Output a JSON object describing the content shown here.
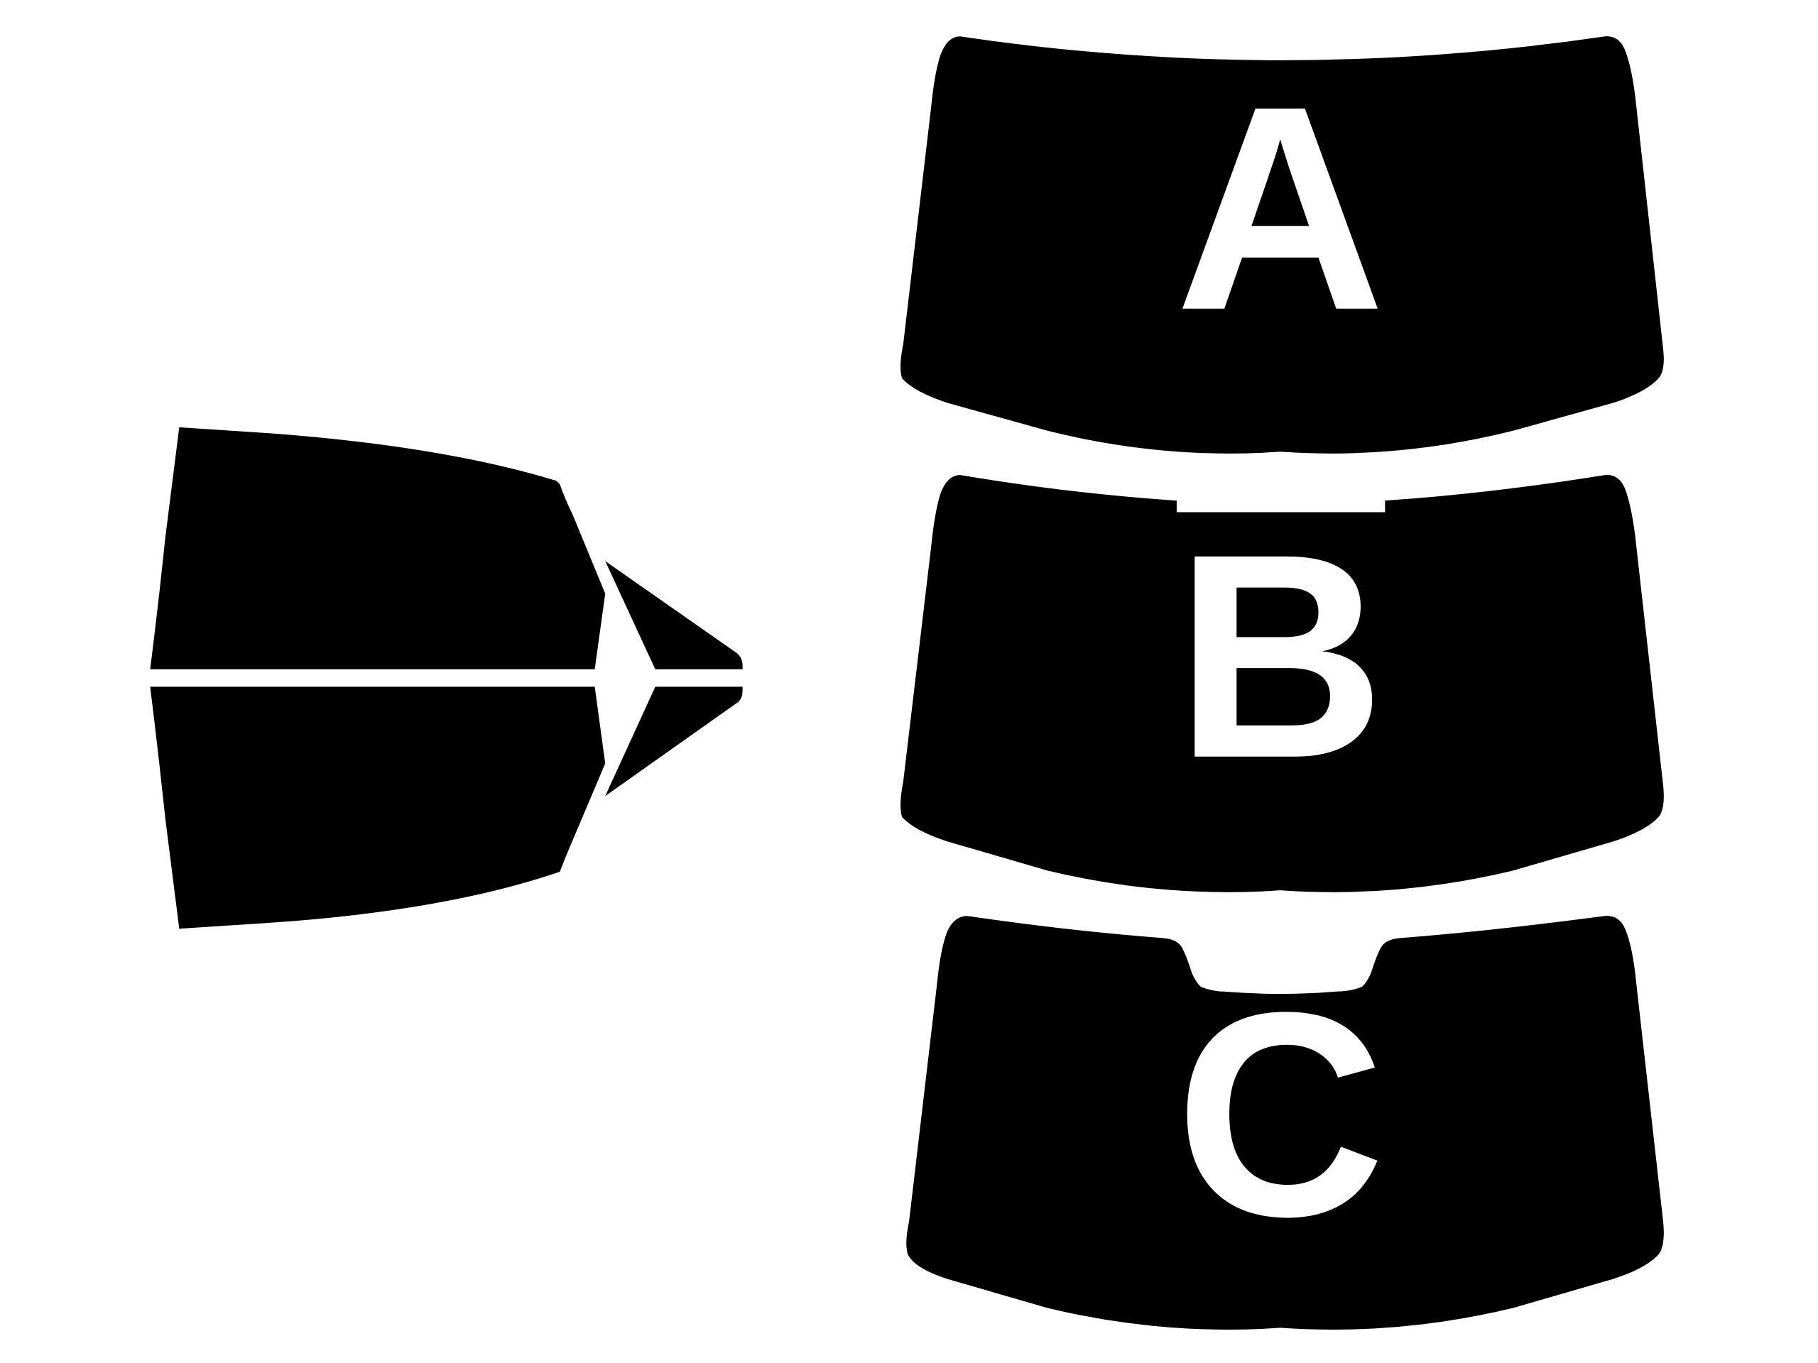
{
  "options": [
    {
      "id": "a",
      "letter": "A"
    },
    {
      "id": "b",
      "letter": "B"
    },
    {
      "id": "c",
      "letter": "C"
    }
  ],
  "colors": {
    "piece": "#000000",
    "letter": "#ffffff",
    "background": "#ffffff"
  }
}
